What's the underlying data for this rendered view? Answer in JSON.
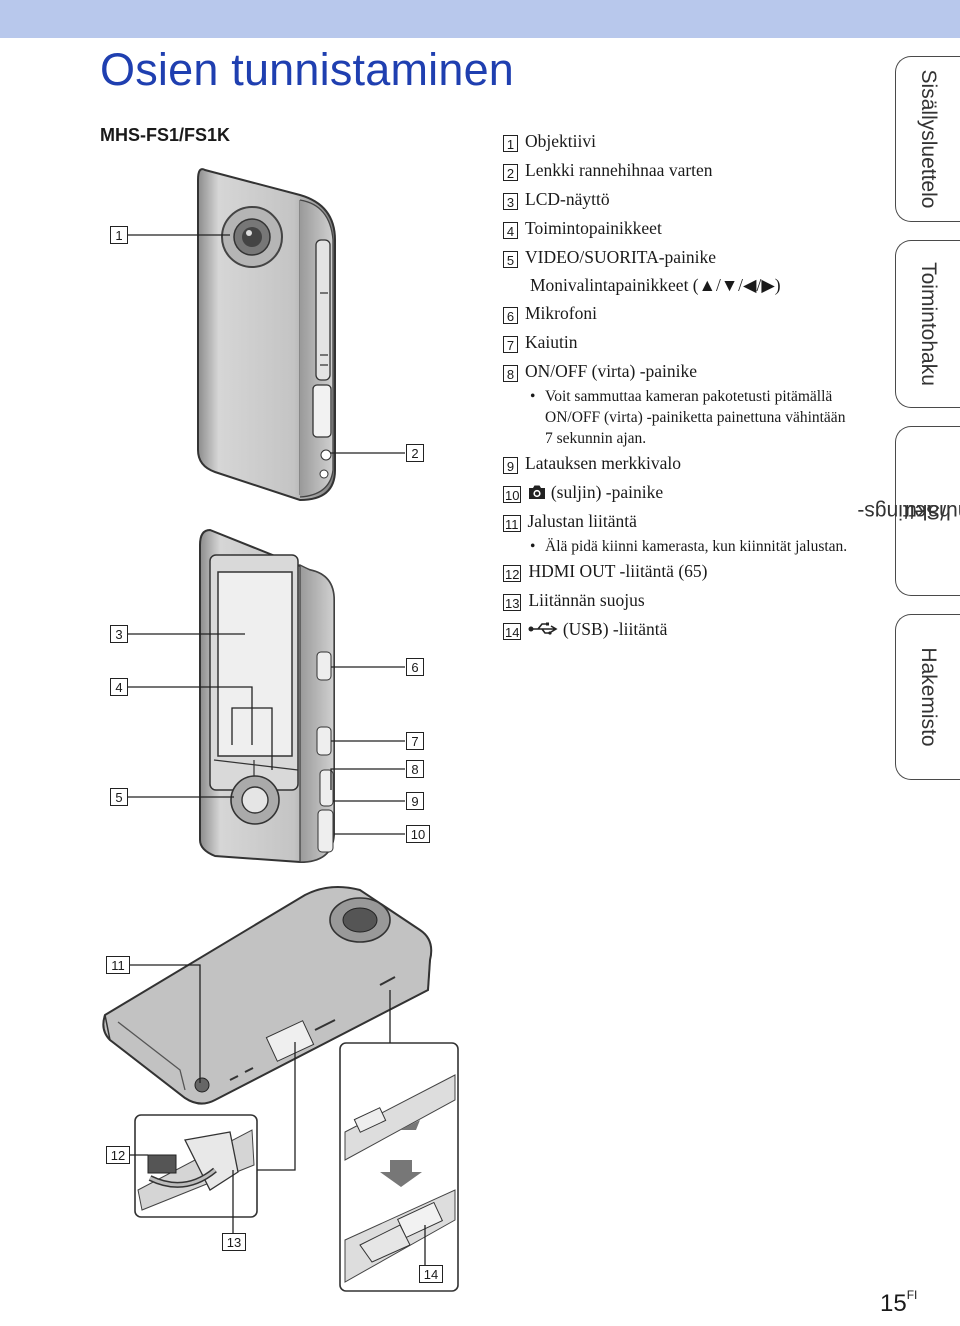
{
  "page": {
    "title": "Osien tunnistaminen",
    "model": "MHS-FS1/FS1K",
    "number": "15",
    "lang": "FI"
  },
  "parts": [
    {
      "n": "1",
      "text": "Objektiivi"
    },
    {
      "n": "2",
      "text": "Lenkki rannehihnaa varten"
    },
    {
      "n": "3",
      "text": "LCD-näyttö"
    },
    {
      "n": "4",
      "text": "Toimintopainikkeet"
    },
    {
      "n": "5",
      "text": "VIDEO/SUORITA-painike",
      "text2": "Monivalintapainikkeet (▲/▼/◀/▶)"
    },
    {
      "n": "6",
      "text": "Mikrofoni"
    },
    {
      "n": "7",
      "text": "Kaiutin"
    },
    {
      "n": "8",
      "text": "ON/OFF (virta) -painike",
      "note": "Voit sammuttaa kameran pakotetusti pitämällä ON/OFF (virta) -painiketta painettuna vähintään 7 sekunnin ajan."
    },
    {
      "n": "9",
      "text": "Latauksen merkkivalo"
    },
    {
      "n": "10",
      "text": " (suljin) -painike"
    },
    {
      "n": "11",
      "text": "Jalustan liitäntä",
      "note": "Älä pidä kiinni kamerasta, kun kiinnität jalustan."
    },
    {
      "n": "12",
      "text": "HDMI OUT -liitäntä (65)"
    },
    {
      "n": "13",
      "text": "Liitännän suojus"
    },
    {
      "n": "14",
      "text": " (USB) -liitäntä"
    }
  ],
  "tabs": [
    "Sisällysluettelo",
    "Toimintohaku",
    "Menu/Settings-haku",
    "Hakemisto"
  ],
  "tab_lines": {
    "menu1": "Menu/Settings-",
    "menu2": "haku"
  },
  "diagram_labels": [
    "1",
    "2",
    "3",
    "4",
    "5",
    "6",
    "7",
    "8",
    "9",
    "10",
    "11",
    "12",
    "13",
    "14"
  ],
  "icons": {
    "shutter": "camera-icon",
    "usb": "usb-icon",
    "zoom": "zoom-icon"
  },
  "colors": {
    "title": "#1f3fb0",
    "topbar": "#b8c8ec",
    "device_body": "#c9c9c9"
  }
}
